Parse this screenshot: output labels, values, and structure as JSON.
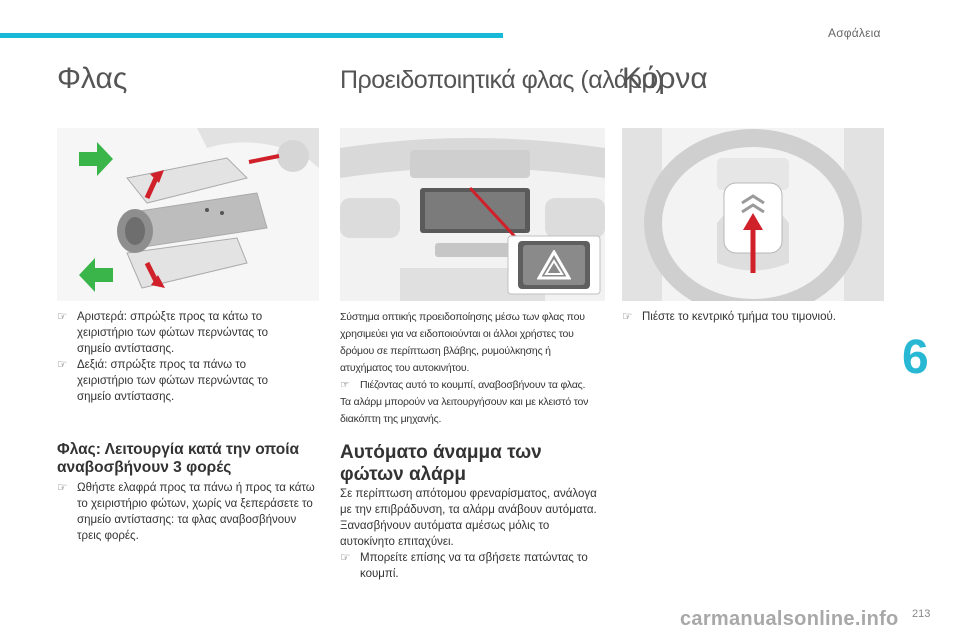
{
  "header": {
    "section": "Ασφάλεια",
    "chapter": "6",
    "page_number": "213"
  },
  "watermark": "carmanualsonline.info",
  "col1": {
    "title": "Φλας",
    "bullets": [
      "Αριστερά: σπρώξτε προς τα κάτω το χειριστήριο των φώτων περνώντας το σημείο αντίστασης.",
      "Δεξιά: σπρώξτε προς τα πάνω το χειριστήριο των φώτων περνώντας το σημείο αντίστασης."
    ],
    "subtitle": "Φλας: Λειτουργία κατά την οποία αναβοσβήνουν 3 φορές",
    "sub_bullets": [
      "Ωθήστε ελαφρά προς τα πάνω ή προς τα κάτω το χειριστήριο φώτων, χωρίς να ξεπεράσετε το σημείο αντίστασης: τα φλας αναβοσβήνουν τρεις φορές."
    ]
  },
  "col2": {
    "title": "Προειδοποιητικά φλας (αλάρμ)",
    "intro": "Σύστημα οπτικής προειδοποίησης μέσω των φλας που χρησιμεύει για να ειδοποιούνται οι άλλοι χρήστες του δρόμου σε περίπτωση βλάβης, ρυμούλκησης ή ατυχήματος του αυτοκινήτου.",
    "bullets": [
      "Πιέζοντας αυτό το κουμπί, αναβοσβήνουν τα φλας."
    ],
    "note": "Τα αλάρμ μπορούν να λειτουργήσουν και με κλειστό τον διακόπτη της μηχανής.",
    "subtitle": "Αυτόματο άναμμα των φώτων αλάρμ",
    "para1": "Σε περίπτωση απότομου φρεναρίσματος, ανάλογα με την επιβράδυνση, τα αλάρμ ανάβουν αυτόματα.",
    "para2": "Ξανασβήνουν αυτόματα αμέσως μόλις το αυτοκίνητο επιταχύνει.",
    "bullets2": [
      "Μπορείτε επίσης να τα σβήσετε πατώντας το κουμπί."
    ]
  },
  "col3": {
    "title": "Κόρνα",
    "bullets": [
      "Πιέστε το κεντρικό τμήμα του τιμονιού."
    ]
  },
  "icons": {
    "bullet": "pointing-finger-icon",
    "arrow_up": "green-arrow-up-icon",
    "arrow_down": "green-arrow-down-icon",
    "hazard": "hazard-triangle-icon",
    "horn": "chevron-logo-icon"
  },
  "colors": {
    "accent": "#17b9d6",
    "arrow_green": "#3ab54a",
    "pointer_red": "#d0202a"
  }
}
